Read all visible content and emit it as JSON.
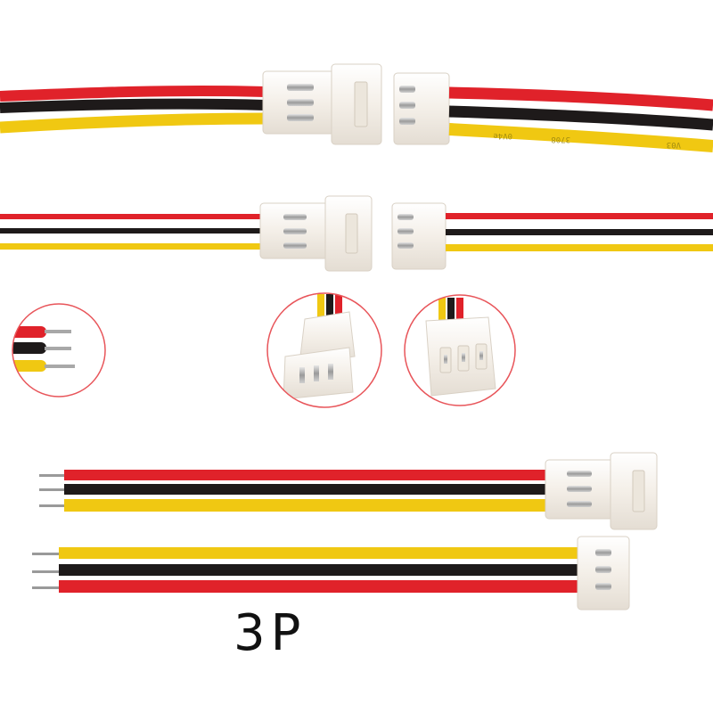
{
  "product": {
    "label": "3P"
  },
  "wire_print": [
    "0V4e",
    "3708",
    "V03"
  ],
  "colors": {
    "red_wire": "#e0222a",
    "black_wire": "#1a1a1a",
    "yellow_wire": "#f2cc10",
    "connector_body": "#f5f1ea",
    "pin": "#b8b8b8",
    "circle_outline": "#e8555a"
  },
  "scene": {
    "pin_count": 3,
    "wire_colors_top_to_bottom": [
      "red",
      "black",
      "yellow"
    ]
  }
}
